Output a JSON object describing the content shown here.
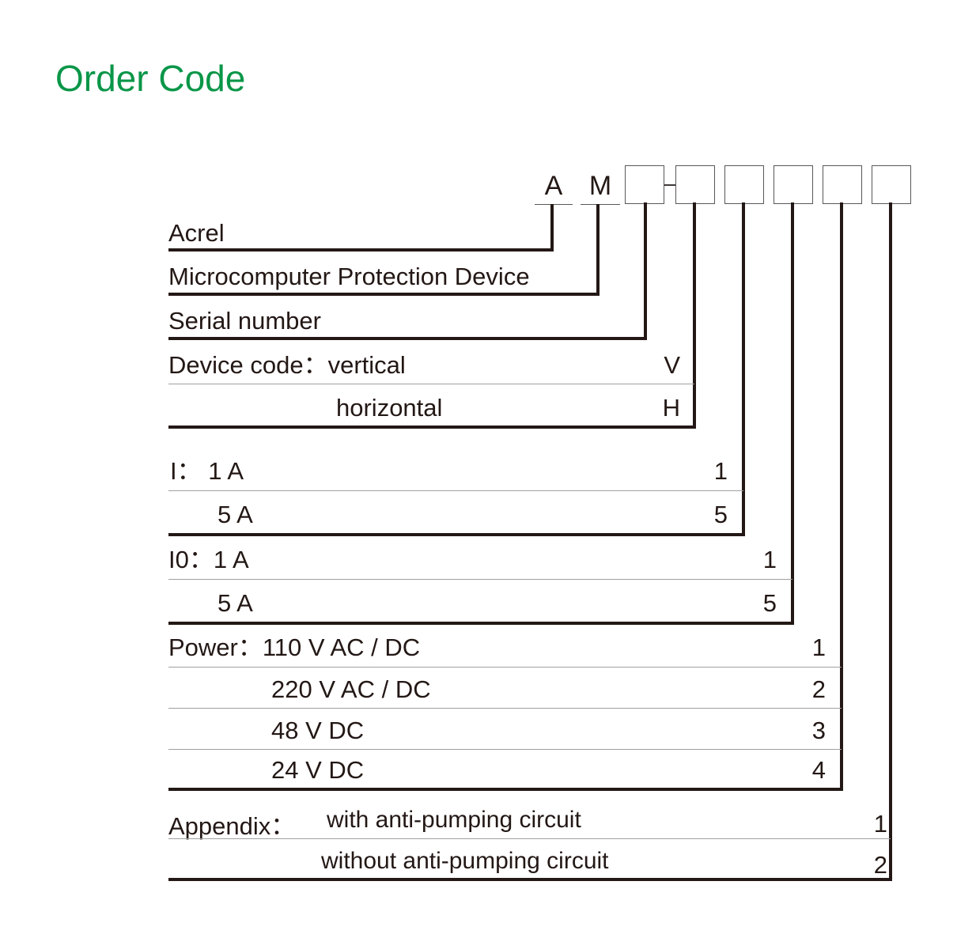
{
  "page": {
    "title": "Order Code",
    "title_color": "#0a9648",
    "background": "#ffffff",
    "ink_color": "#231815",
    "thin_rule_color": "#9fa0a0"
  },
  "code_header": {
    "letters": [
      {
        "label": "A",
        "name": "code-letter-a"
      },
      {
        "label": "M",
        "name": "code-letter-m"
      }
    ],
    "boxes": [
      {
        "name": "code-box-1"
      },
      {
        "name": "code-box-2"
      },
      {
        "name": "code-box-3"
      },
      {
        "name": "code-box-4"
      },
      {
        "name": "code-box-5"
      },
      {
        "name": "code-box-6"
      }
    ],
    "separator": "-"
  },
  "groups": [
    {
      "id": "acrel",
      "rows": [
        {
          "label": "Acrel",
          "code": ""
        }
      ]
    },
    {
      "id": "device-type",
      "rows": [
        {
          "label": "Microcomputer Protection Device",
          "code": ""
        }
      ]
    },
    {
      "id": "serial-number",
      "rows": [
        {
          "label": "Serial number",
          "code": ""
        }
      ]
    },
    {
      "id": "device-code",
      "rows": [
        {
          "label": "Device code：vertical",
          "code": "V"
        },
        {
          "label": "horizontal",
          "code": "H"
        }
      ]
    },
    {
      "id": "current-i",
      "rows": [
        {
          "label": "I： 1 A",
          "code": "1"
        },
        {
          "label": "5 A",
          "code": "5"
        }
      ]
    },
    {
      "id": "current-i0",
      "rows": [
        {
          "label": "I0：1 A",
          "code": "1"
        },
        {
          "label": "5 A",
          "code": "5"
        }
      ]
    },
    {
      "id": "power",
      "rows": [
        {
          "label": "Power：110 V AC  / DC",
          "code": "1"
        },
        {
          "label": "220 V AC  / DC",
          "code": "2"
        },
        {
          "label": "48  V        DC",
          "code": "3"
        },
        {
          "label": "24  V        DC",
          "code": "4"
        }
      ]
    },
    {
      "id": "appendix",
      "rows": [
        {
          "label": "Appendix：",
          "label2": "with  anti-pumping  circuit",
          "code": "1"
        },
        {
          "label": "",
          "label2": "without  anti-pumping  circuit",
          "code": "2"
        }
      ]
    }
  ]
}
